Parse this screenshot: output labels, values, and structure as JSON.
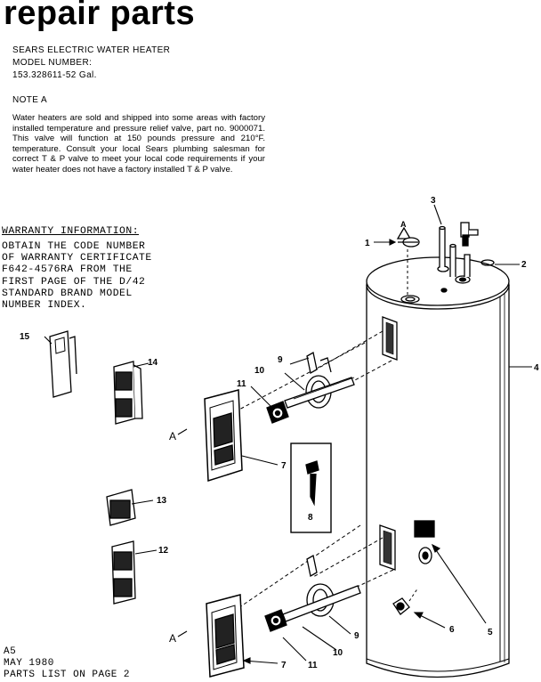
{
  "page_title": "repair parts",
  "product": "SEARS ELECTRIC WATER HEATER",
  "model_label": "MODEL NUMBER:",
  "model_value": "153.328611-52 Gal.",
  "note_heading": "NOTE A",
  "note_text": "Water heaters are sold and shipped into some areas with factory installed temperature and pressure relief valve, part no. 9000071. This valve will function at 150 pounds pressure and 210°F. temperature. Consult your local Sears plumbing salesman for correct T & P valve to meet your local code requirements if your water heater does not have a factory installed T & P valve.",
  "warranty_heading": "WARRANTY INFORMATION:",
  "warranty_lines": [
    "OBTAIN THE CODE NUMBER",
    "OF WARRANTY CERTIFICATE",
    "F642-4576RA FROM THE",
    "FIRST PAGE OF THE D/42",
    "STANDARD BRAND MODEL",
    "NUMBER INDEX."
  ],
  "footer": {
    "page_code": "A5",
    "date": "MAY 1980",
    "parts_list": "PARTS LIST ON PAGE 2"
  },
  "diagram": {
    "note_ref_top": "A",
    "note_ref_upper": "A",
    "note_ref_lower": "A",
    "callouts": {
      "c1": "1",
      "c2": "2",
      "c3": "3",
      "c4": "4",
      "c5": "5",
      "c6": "6",
      "c7a": "7",
      "c7b": "7",
      "c8": "8",
      "c9a": "9",
      "c9b": "9",
      "c10a": "10",
      "c10b": "10",
      "c11a": "11",
      "c11b": "11",
      "c12": "12",
      "c13": "13",
      "c14": "14",
      "c15": "15"
    }
  }
}
